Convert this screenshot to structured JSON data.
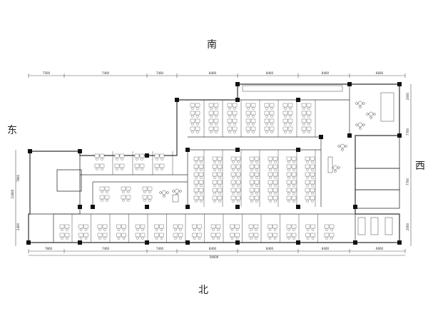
{
  "compass": {
    "south": "南",
    "north": "北",
    "east": "东",
    "west": "西"
  },
  "dimensions": {
    "top": [
      "7500",
      "7400",
      "7400",
      "8400",
      "8400",
      "8400",
      "6600"
    ],
    "bottom": [
      "7800",
      "7400",
      "7400",
      "8400",
      "8400",
      "8400",
      "6600"
    ],
    "bottom_total": "54600",
    "left": [
      "7800",
      "12840",
      "2400"
    ],
    "right": [
      "2000",
      "7700",
      "7700",
      "2000"
    ]
  },
  "colors": {
    "line": "#333333",
    "column": "#111111",
    "text": "#222222"
  }
}
